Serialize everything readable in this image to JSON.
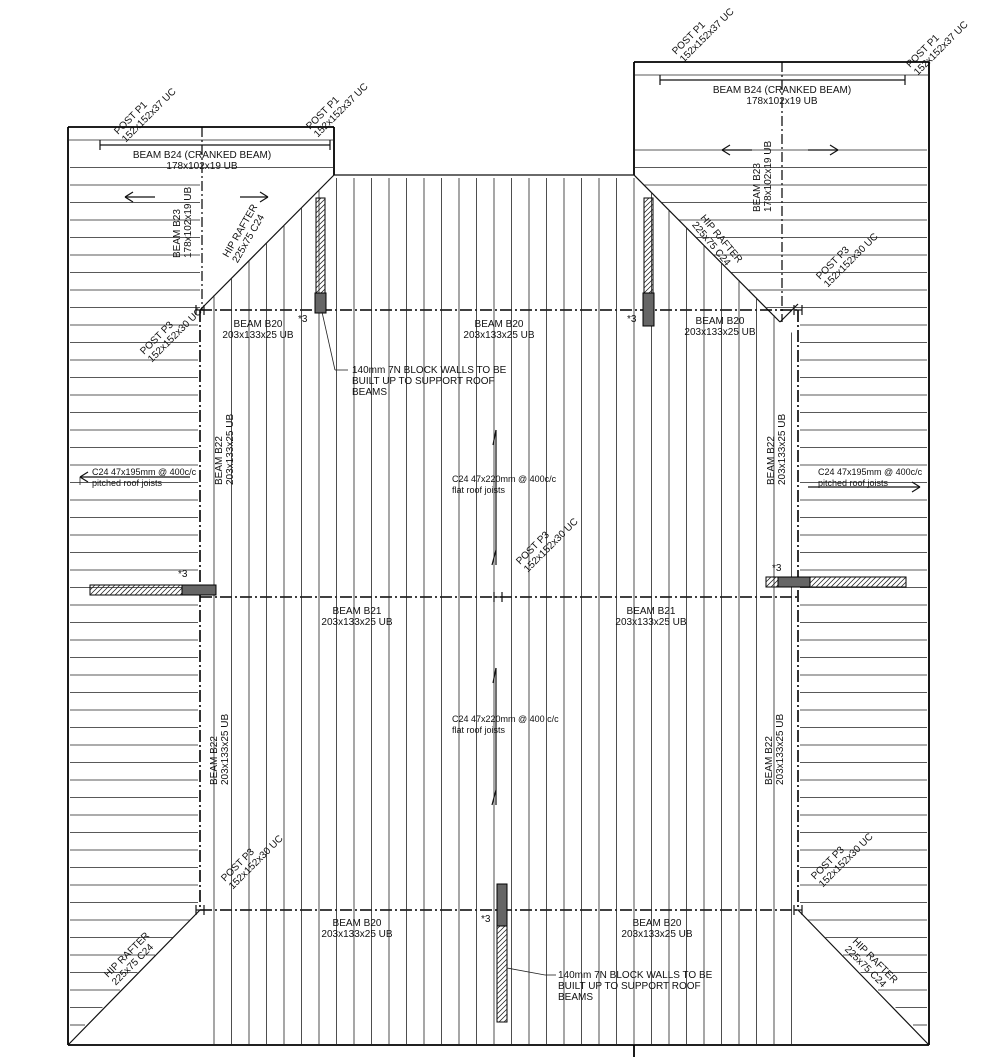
{
  "labels": {
    "post_p1": [
      "POST P1",
      "152x152x37 UC"
    ],
    "post_p3": [
      "POST P3",
      "152x152x30 UC"
    ],
    "beam_b24": [
      "BEAM B24 (CRANKED BEAM)",
      "178x102x19 UB"
    ],
    "beam_b23": [
      "BEAM B23",
      "178x102x19 UB"
    ],
    "beam_b20": [
      "BEAM B20",
      "203x133x25 UB"
    ],
    "beam_b21": [
      "BEAM B21",
      "203x133x25 UB"
    ],
    "beam_b22": [
      "BEAM B22",
      "203x133x25 UB"
    ],
    "hip_rafter": [
      "HIP RAFTER",
      "225x75 C24"
    ],
    "block_note": [
      "140mm 7N BLOCK WALLS TO BE",
      "BUILT UP TO SUPPORT ROOF",
      "BEAMS"
    ],
    "pitched": [
      "C24 47x195mm @ 400c/c",
      "pitched roof joists"
    ],
    "flat_upper": [
      "C24 47x220mm @ 400c/c",
      "flat roof joists"
    ],
    "flat_lower": [
      "C24 47x220mm @ 400 c/c",
      "flat roof joists"
    ],
    "mark": "*3"
  }
}
